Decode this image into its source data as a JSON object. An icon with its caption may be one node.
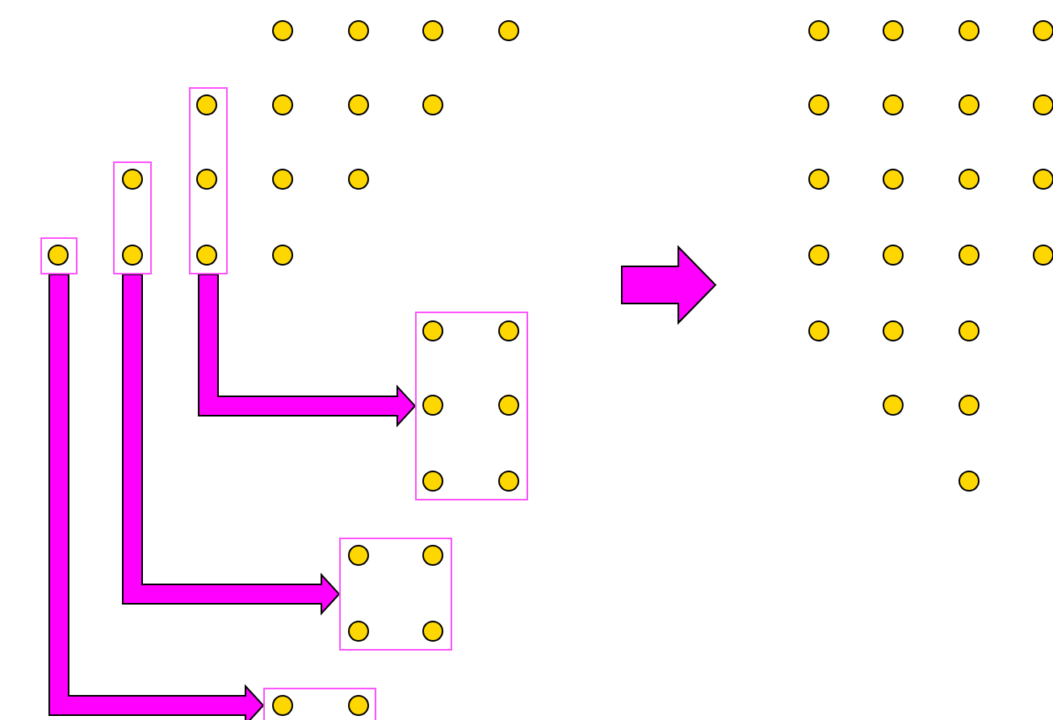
{
  "diagram": {
    "nodes": [
      {
        "text": [],
        "shape": "box"
      },
      {
        "text": [],
        "shape": "box"
      },
      {
        "text": [],
        "shape": "box"
      },
      {
        "text": [],
        "shape": "box"
      },
      {
        "text": [],
        "shape": "box"
      },
      {
        "text": [],
        "shape": "box"
      }
    ],
    "edges": [
      {
        "from": 2,
        "to": 3,
        "arrow": "to"
      },
      {
        "from": 1,
        "to": 4,
        "arrow": "to"
      },
      {
        "from": 0,
        "to": 5,
        "arrow": "to"
      }
    ]
  }
}
